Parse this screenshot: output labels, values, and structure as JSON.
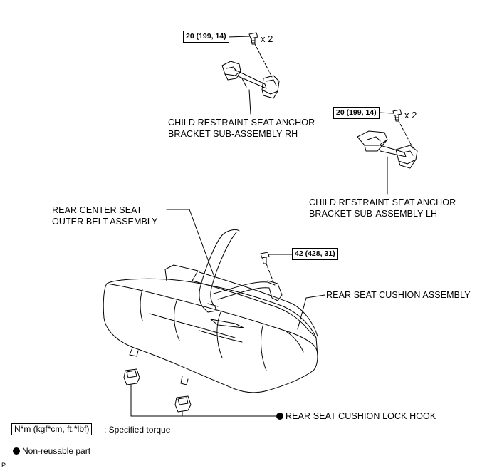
{
  "torques": {
    "rh_anchor_bolt": "20 (199, 14)",
    "lh_anchor_bolt": "20 (199, 14)",
    "belt_anchor_bolt": "42 (428, 31)"
  },
  "quantities": {
    "rh_bolt_qty": "x 2",
    "lh_bolt_qty": "x 2"
  },
  "labels": {
    "rh_bracket_line1": "CHILD RESTRAINT SEAT ANCHOR",
    "rh_bracket_line2": "BRACKET SUB-ASSEMBLY RH",
    "lh_bracket_line1": "CHILD RESTRAINT SEAT ANCHOR",
    "lh_bracket_line2": "BRACKET SUB-ASSEMBLY LH",
    "belt_line1": "REAR CENTER SEAT",
    "belt_line2": "OUTER BELT ASSEMBLY",
    "cushion": "REAR SEAT CUSHION ASSEMBLY",
    "lock_hook": "REAR SEAT CUSHION LOCK HOOK"
  },
  "legend": {
    "torque_unit": "N*m (kgf*cm, ft.*lbf)",
    "torque_desc": ": Specified torque",
    "nonreusable_desc": "Non-reusable part"
  },
  "corner_mark": "P"
}
